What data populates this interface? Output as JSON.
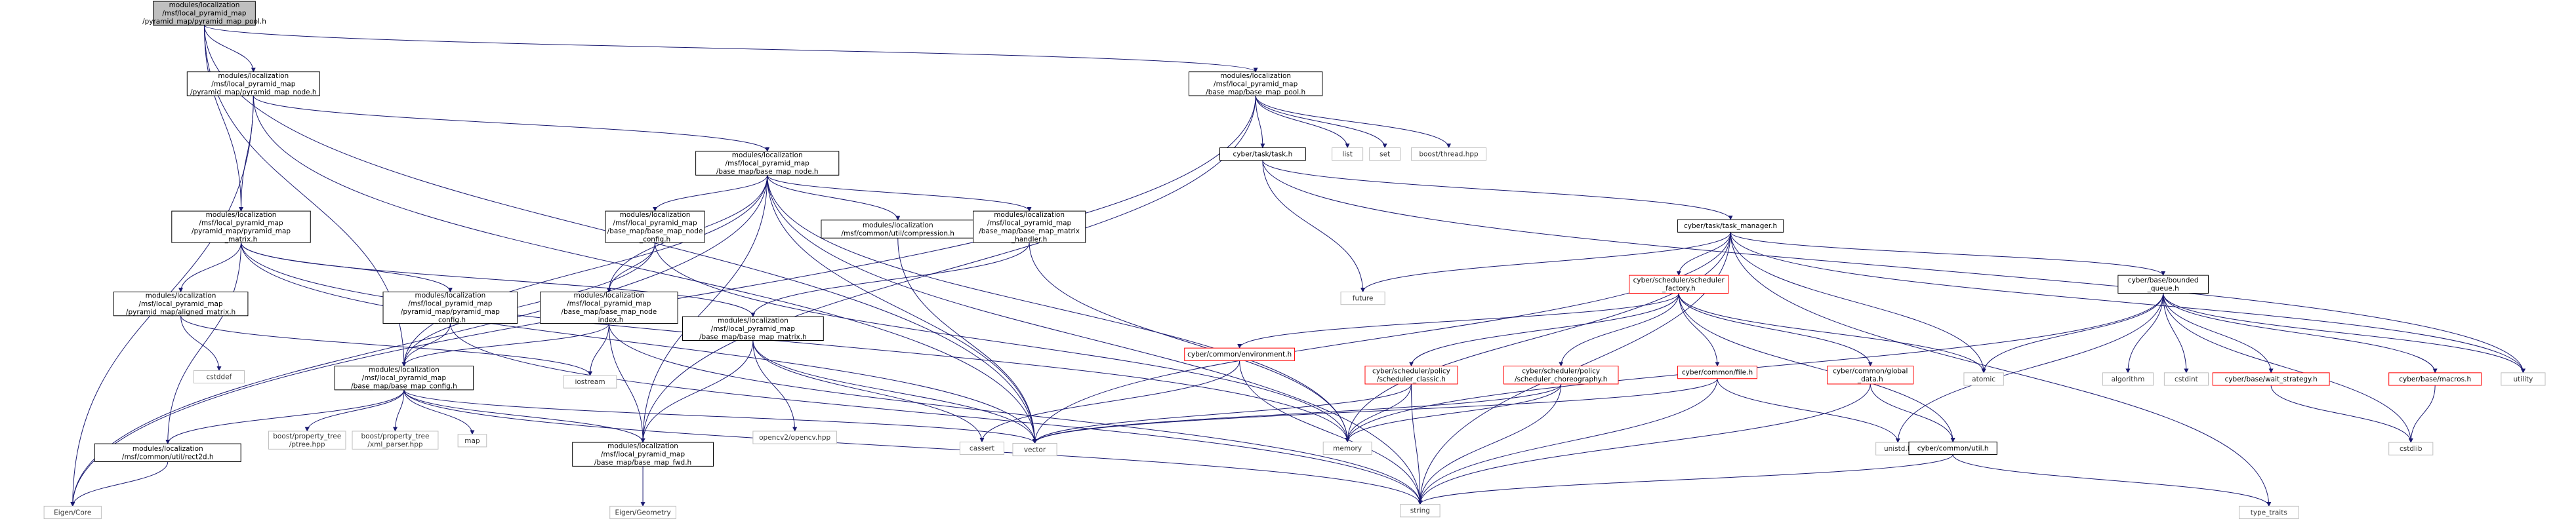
{
  "nodes": [
    {
      "id": "root",
      "lines": [
        "modules/localization",
        "/msf/local_pyramid_map",
        "/pyramid_map/pyramid_map_pool.h"
      ],
      "style": "root"
    },
    {
      "id": "pm_node",
      "lines": [
        "modules/localization",
        "/msf/local_pyramid_map",
        "/pyramid_map/pyramid_map_node.h"
      ],
      "style": "normal"
    },
    {
      "id": "bm_pool",
      "lines": [
        "modules/localization",
        "/msf/local_pyramid_map",
        "/base_map/base_map_pool.h"
      ],
      "style": "normal"
    },
    {
      "id": "bm_node",
      "lines": [
        "modules/localization",
        "/msf/local_pyramid_map",
        "/base_map/base_map_node.h"
      ],
      "style": "normal"
    },
    {
      "id": "pm_matrix",
      "lines": [
        "modules/localization",
        "/msf/local_pyramid_map",
        "/pyramid_map/pyramid_map",
        "_matrix.h"
      ],
      "style": "normal"
    },
    {
      "id": "bmn_config",
      "lines": [
        "modules/localization",
        "/msf/local_pyramid_map",
        "/base_map/base_map_node",
        "_config.h"
      ],
      "style": "normal"
    },
    {
      "id": "compression",
      "lines": [
        "modules/localization",
        "/msf/common/util/compression.h"
      ],
      "style": "normal"
    },
    {
      "id": "bm_matrix_handler",
      "lines": [
        "modules/localization",
        "/msf/local_pyramid_map",
        "/base_map/base_map_matrix",
        "_handler.h"
      ],
      "style": "normal"
    },
    {
      "id": "aligned",
      "lines": [
        "modules/localization",
        "/msf/local_pyramid_map",
        "/pyramid_map/aligned_matrix.h"
      ],
      "style": "normal"
    },
    {
      "id": "pm_config",
      "lines": [
        "modules/localization",
        "/msf/local_pyramid_map",
        "/pyramid_map/pyramid_map",
        "_config.h"
      ],
      "style": "normal"
    },
    {
      "id": "bmn_index",
      "lines": [
        "modules/localization",
        "/msf/local_pyramid_map",
        "/base_map/base_map_node",
        "_index.h"
      ],
      "style": "normal"
    },
    {
      "id": "bm_config",
      "lines": [
        "modules/localization",
        "/msf/local_pyramid_map",
        "/base_map/base_map_config.h"
      ],
      "style": "normal"
    },
    {
      "id": "bm_matrix",
      "lines": [
        "modules/localization",
        "/msf/local_pyramid_map",
        "/base_map/base_map_matrix.h"
      ],
      "style": "normal"
    },
    {
      "id": "rect2d",
      "lines": [
        "modules/localization",
        "/msf/common/util/rect2d.h"
      ],
      "style": "normal"
    },
    {
      "id": "bm_fwd",
      "lines": [
        "modules/localization",
        "/msf/local_pyramid_map",
        "/base_map/base_map_fwd.h"
      ],
      "style": "normal"
    },
    {
      "id": "eigen_core",
      "lines": [
        "Eigen/Core"
      ],
      "style": "sys"
    },
    {
      "id": "eigen_geometry",
      "lines": [
        "Eigen/Geometry"
      ],
      "style": "sys"
    },
    {
      "id": "cstddef",
      "lines": [
        "cstddef"
      ],
      "style": "sys"
    },
    {
      "id": "iostream",
      "lines": [
        "iostream"
      ],
      "style": "sys"
    },
    {
      "id": "ptree",
      "lines": [
        "boost/property_tree",
        "/ptree.hpp"
      ],
      "style": "sys"
    },
    {
      "id": "xml_parser",
      "lines": [
        "boost/property_tree",
        "/xml_parser.hpp"
      ],
      "style": "sys"
    },
    {
      "id": "map",
      "lines": [
        "map"
      ],
      "style": "sys"
    },
    {
      "id": "opencv",
      "lines": [
        "opencv2/opencv.hpp"
      ],
      "style": "sys"
    },
    {
      "id": "cassert",
      "lines": [
        "cassert"
      ],
      "style": "sys"
    },
    {
      "id": "vector",
      "lines": [
        "vector"
      ],
      "style": "sys"
    },
    {
      "id": "string",
      "lines": [
        "string"
      ],
      "style": "sys"
    },
    {
      "id": "memory",
      "lines": [
        "memory"
      ],
      "style": "sys"
    },
    {
      "id": "task",
      "lines": [
        "cyber/task/task.h"
      ],
      "style": "normal"
    },
    {
      "id": "list",
      "lines": [
        "list"
      ],
      "style": "sys"
    },
    {
      "id": "set",
      "lines": [
        "set"
      ],
      "style": "sys"
    },
    {
      "id": "boost_thread",
      "lines": [
        "boost/thread.hpp"
      ],
      "style": "sys"
    },
    {
      "id": "task_manager",
      "lines": [
        "cyber/task/task_manager.h"
      ],
      "style": "normal"
    },
    {
      "id": "future",
      "lines": [
        "future"
      ],
      "style": "sys"
    },
    {
      "id": "sched_factory",
      "lines": [
        "cyber/scheduler/scheduler",
        "_factory.h"
      ],
      "style": "red"
    },
    {
      "id": "bounded_queue",
      "lines": [
        "cyber/base/bounded",
        "_queue.h"
      ],
      "style": "normal"
    },
    {
      "id": "environment",
      "lines": [
        "cyber/common/environment.h"
      ],
      "style": "red"
    },
    {
      "id": "sched_classic",
      "lines": [
        "cyber/scheduler/policy",
        "/scheduler_classic.h"
      ],
      "style": "red"
    },
    {
      "id": "sched_choreo",
      "lines": [
        "cyber/scheduler/policy",
        "/scheduler_choreography.h"
      ],
      "style": "red"
    },
    {
      "id": "file",
      "lines": [
        "cyber/common/file.h"
      ],
      "style": "red"
    },
    {
      "id": "global_data",
      "lines": [
        "cyber/common/global",
        "_data.h"
      ],
      "style": "red"
    },
    {
      "id": "atomic",
      "lines": [
        "atomic"
      ],
      "style": "sys"
    },
    {
      "id": "algorithm",
      "lines": [
        "algorithm"
      ],
      "style": "sys"
    },
    {
      "id": "cstdint",
      "lines": [
        "cstdint"
      ],
      "style": "sys"
    },
    {
      "id": "wait_strategy",
      "lines": [
        "cyber/base/wait_strategy.h"
      ],
      "style": "red"
    },
    {
      "id": "macros",
      "lines": [
        "cyber/base/macros.h"
      ],
      "style": "red"
    },
    {
      "id": "utility",
      "lines": [
        "utility"
      ],
      "style": "sys"
    },
    {
      "id": "unistd",
      "lines": [
        "unistd.h"
      ],
      "style": "sys"
    },
    {
      "id": "cyber_util",
      "lines": [
        "cyber/common/util.h"
      ],
      "style": "normal"
    },
    {
      "id": "cstdlib",
      "lines": [
        "cstdlib"
      ],
      "style": "sys"
    },
    {
      "id": "type_traits",
      "lines": [
        "type_traits"
      ],
      "style": "sys"
    }
  ],
  "edges": [
    [
      "root",
      "pm_node"
    ],
    [
      "root",
      "bm_pool"
    ],
    [
      "root",
      "pm_matrix"
    ],
    [
      "root",
      "bm_config"
    ],
    [
      "root",
      "vector"
    ],
    [
      "pm_node",
      "bm_node"
    ],
    [
      "pm_node",
      "pm_matrix"
    ],
    [
      "pm_node",
      "eigen_core"
    ],
    [
      "pm_node",
      "vector"
    ],
    [
      "bm_pool",
      "task"
    ],
    [
      "bm_pool",
      "list"
    ],
    [
      "bm_pool",
      "set"
    ],
    [
      "bm_pool",
      "boost_thread"
    ],
    [
      "bm_pool",
      "bm_fwd"
    ],
    [
      "bm_pool",
      "eigen_core"
    ],
    [
      "bm_node",
      "bmn_config"
    ],
    [
      "bm_node",
      "compression"
    ],
    [
      "bm_node",
      "bm_matrix_handler"
    ],
    [
      "bm_node",
      "bmn_index"
    ],
    [
      "bm_node",
      "bm_config"
    ],
    [
      "bm_node",
      "bm_fwd"
    ],
    [
      "bm_node",
      "eigen_core"
    ],
    [
      "bm_node",
      "memory"
    ],
    [
      "bm_node",
      "string"
    ],
    [
      "bm_node",
      "vector"
    ],
    [
      "pm_matrix",
      "aligned"
    ],
    [
      "pm_matrix",
      "pm_config"
    ],
    [
      "pm_matrix",
      "bm_matrix"
    ],
    [
      "pm_matrix",
      "rect2d"
    ],
    [
      "pm_matrix",
      "memory"
    ],
    [
      "pm_matrix",
      "vector"
    ],
    [
      "bmn_config",
      "bmn_index"
    ],
    [
      "bmn_config",
      "bm_config"
    ],
    [
      "bmn_config",
      "memory"
    ],
    [
      "compression",
      "vector"
    ],
    [
      "bm_matrix_handler",
      "bm_matrix"
    ],
    [
      "bm_matrix_handler",
      "memory"
    ],
    [
      "aligned",
      "cstddef"
    ],
    [
      "aligned",
      "iostream"
    ],
    [
      "pm_config",
      "bm_config"
    ],
    [
      "pm_config",
      "string"
    ],
    [
      "bmn_index",
      "bm_config"
    ],
    [
      "bmn_index",
      "bm_fwd"
    ],
    [
      "bmn_index",
      "iostream"
    ],
    [
      "bmn_index",
      "string"
    ],
    [
      "bm_config",
      "rect2d"
    ],
    [
      "bm_config",
      "bm_fwd"
    ],
    [
      "bm_config",
      "ptree"
    ],
    [
      "bm_config",
      "xml_parser"
    ],
    [
      "bm_config",
      "map"
    ],
    [
      "bm_config",
      "string"
    ],
    [
      "bm_config",
      "vector"
    ],
    [
      "bm_matrix",
      "bm_fwd"
    ],
    [
      "bm_matrix",
      "opencv"
    ],
    [
      "bm_matrix",
      "cassert"
    ],
    [
      "bm_matrix",
      "vector"
    ],
    [
      "rect2d",
      "eigen_core"
    ],
    [
      "bm_fwd",
      "eigen_geometry"
    ],
    [
      "task",
      "task_manager"
    ],
    [
      "task",
      "future"
    ],
    [
      "task",
      "utility"
    ],
    [
      "task_manager",
      "future"
    ],
    [
      "task_manager",
      "vector"
    ],
    [
      "task_manager",
      "memory"
    ],
    [
      "task_manager",
      "string"
    ],
    [
      "task_manager",
      "atomic"
    ],
    [
      "task_manager",
      "sched_factory"
    ],
    [
      "task_manager",
      "bounded_queue"
    ],
    [
      "task_manager",
      "utility"
    ],
    [
      "task_manager",
      "type_traits"
    ],
    [
      "sched_factory",
      "environment"
    ],
    [
      "sched_factory",
      "sched_classic"
    ],
    [
      "sched_factory",
      "sched_choreo"
    ],
    [
      "sched_factory",
      "file"
    ],
    [
      "sched_factory",
      "global_data"
    ],
    [
      "sched_factory",
      "cyber_util"
    ],
    [
      "sched_factory",
      "atomic"
    ],
    [
      "bounded_queue",
      "atomic"
    ],
    [
      "bounded_queue",
      "algorithm"
    ],
    [
      "bounded_queue",
      "cstdint"
    ],
    [
      "bounded_queue",
      "wait_strategy"
    ],
    [
      "bounded_queue",
      "macros"
    ],
    [
      "bounded_queue",
      "utility"
    ],
    [
      "bounded_queue",
      "memory"
    ],
    [
      "bounded_queue",
      "unistd"
    ],
    [
      "bounded_queue",
      "cstdlib"
    ],
    [
      "environment",
      "cassert"
    ],
    [
      "environment",
      "string"
    ],
    [
      "sched_classic",
      "memory"
    ],
    [
      "sched_classic",
      "string"
    ],
    [
      "sched_classic",
      "vector"
    ],
    [
      "sched_choreo",
      "memory"
    ],
    [
      "sched_choreo",
      "string"
    ],
    [
      "sched_choreo",
      "vector"
    ],
    [
      "file",
      "string"
    ],
    [
      "file",
      "vector"
    ],
    [
      "file",
      "unistd"
    ],
    [
      "global_data",
      "cyber_util"
    ],
    [
      "global_data",
      "string"
    ],
    [
      "wait_strategy",
      "cstdlib"
    ],
    [
      "macros",
      "cstdlib"
    ],
    [
      "cyber_util",
      "string"
    ],
    [
      "cyber_util",
      "type_traits"
    ]
  ],
  "colors": {
    "edge": "#191970",
    "box_border": "#000000",
    "root_fill": "#bfbfbf",
    "red_border": "#ff0000",
    "sys_border": "#bfbfbf"
  }
}
